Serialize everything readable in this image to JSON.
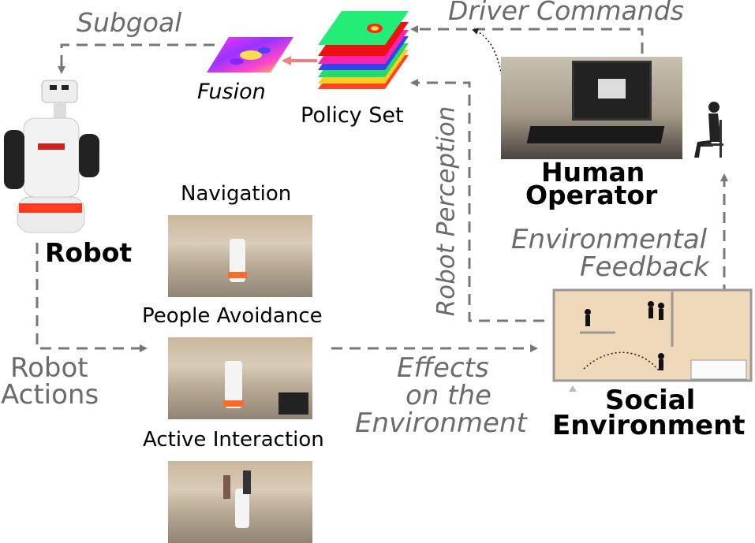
{
  "labels": {
    "subgoal": "Subgoal",
    "driver_commands": "Driver Commands",
    "fusion": "Fusion",
    "policy_set": "Policy Set",
    "robot": "Robot",
    "human": "Human",
    "operator": "Operator",
    "environmental": "Environmental",
    "feedback": "Feedback",
    "robot_perception": "Robot Perception",
    "navigation": "Navigation",
    "people_avoidance": "People Avoidance",
    "active_interaction": "Active Interaction",
    "robot_actions_1": "Robot",
    "robot_actions_2": "Actions",
    "effects_1": "Effects",
    "effects_2": "on the",
    "effects_3": "Environment",
    "social": "Social",
    "environment": "Environment"
  },
  "colors": {
    "arrow_gray": "#777777",
    "label_gray": "#6b6b6b",
    "fusion_arrow": "#f08080"
  }
}
